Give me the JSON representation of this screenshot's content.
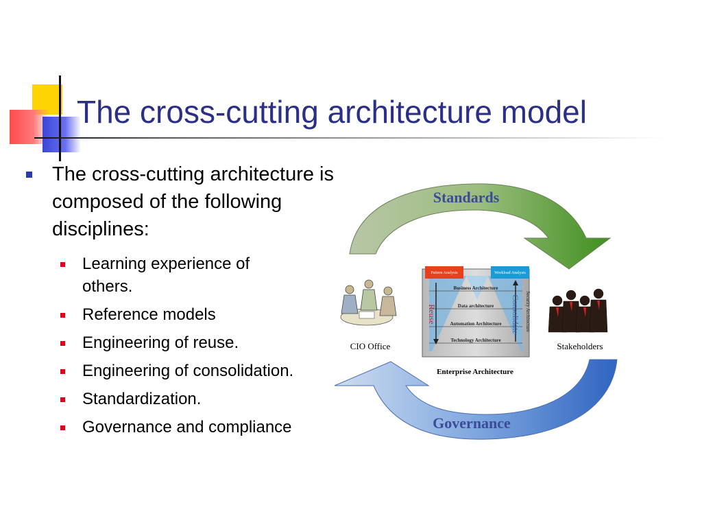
{
  "slide": {
    "title": "The cross-cutting architecture model",
    "main_bullet": "The cross-cutting architecture is composed of the following disciplines:",
    "sub_bullets": [
      "Learning experience of others.",
      "Reference models",
      "Engineering of reuse.",
      "Engineering of consolidation.",
      "Standardization.",
      "Governance and compliance"
    ]
  },
  "diagram": {
    "top_arrow_label": "Standards",
    "bottom_arrow_label": "Governance",
    "left_label": "CIO Office",
    "right_label": "Stakeholders",
    "center_caption": "Enterprise Architecture",
    "tab_left": "Pattern Analysis",
    "tab_right": "Workload Analysis",
    "layers": [
      "Business Architecture",
      "Data architecture",
      "Automation Architecture",
      "Technology Architecture"
    ],
    "left_side_label": "Reuse",
    "right_side_label": "Consolidate",
    "right_edge_label": "Security Architecture",
    "colors": {
      "title": "#2b2f86",
      "standards_arrow": "#5c9b2e",
      "governance_arrow": "#3c73c8",
      "sub_bullet": "#e0001a",
      "main_bullet": "#2e3aa6"
    }
  }
}
